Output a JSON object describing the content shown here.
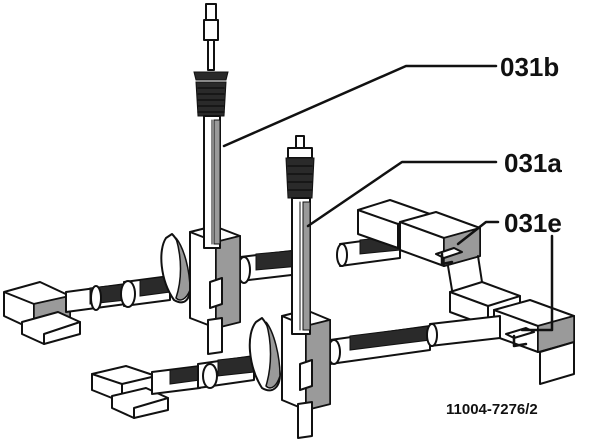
{
  "callouts": [
    {
      "id": "031b",
      "label": "031b"
    },
    {
      "id": "031a",
      "label": "031a"
    },
    {
      "id": "031e",
      "label": "031e"
    }
  ],
  "reference_number": "11004-7276/2",
  "colors": {
    "ink": "#111111",
    "paper": "#ffffff",
    "shade": "#9a9a9a"
  }
}
